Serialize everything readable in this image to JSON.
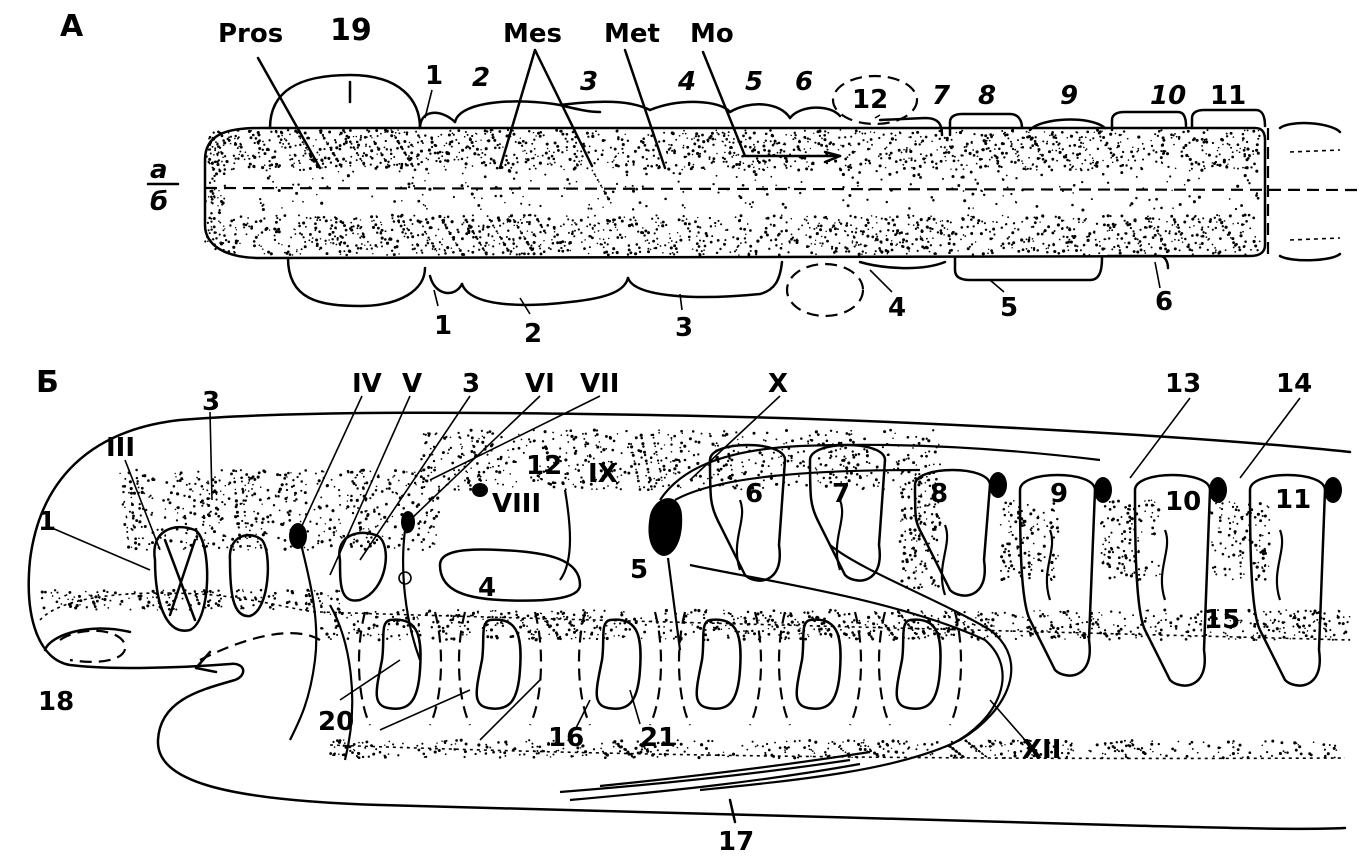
{
  "panelA": {
    "panel_label": "А",
    "regions": {
      "pros": "Pros",
      "mes": "Mes",
      "met": "Met",
      "mo": "Mo"
    },
    "upper_numbers": [
      "19",
      "1",
      "2",
      "3",
      "4",
      "5",
      "6",
      "12",
      "7",
      "8",
      "9",
      "10",
      "11"
    ],
    "lower_numbers": [
      "1",
      "2",
      "3",
      "4",
      "5",
      "6"
    ],
    "axis_label_top": "a",
    "axis_label_bottom": "б"
  },
  "panelB": {
    "panel_label": "Б",
    "roman_numerals": [
      "III",
      "IV",
      "V",
      "VI",
      "VII",
      "VIII",
      "IX",
      "X",
      "XII"
    ],
    "numbers": [
      "1",
      "3",
      "3",
      "12",
      "4",
      "5",
      "6",
      "7",
      "8",
      "9",
      "10",
      "11",
      "13",
      "14",
      "15",
      "16",
      "17",
      "18",
      "20",
      "21"
    ]
  }
}
